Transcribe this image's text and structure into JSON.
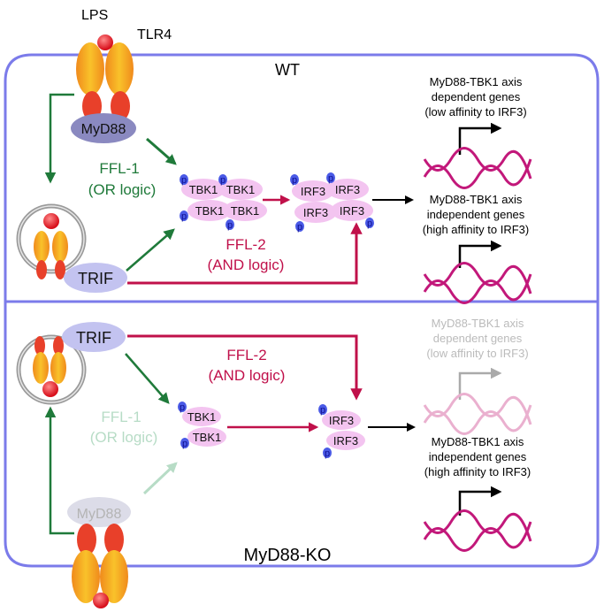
{
  "title": "TLR4 signaling feed-forward loops in WT and MyD88-KO",
  "colors": {
    "membrane": "#7b7bea",
    "green_arrow": "#1f7a3a",
    "faded_green": "#b7dcc6",
    "ffl2_red": "#c0104a",
    "protein_pink": "#f3c4f0",
    "phospho_blue": "#4a5ae6",
    "myd88": "#8a89c0",
    "trif": "#c3c3f0",
    "dna": "#c2187a",
    "dna_faded": "#eab0cf",
    "faded_text": "#bbbbbb"
  },
  "top": {
    "lps_label": "LPS",
    "tlr4_label": "TLR4"
  },
  "wt": {
    "panel_label": "WT",
    "myd88_label": "MyD88",
    "trif_label": "TRIF",
    "ffl1_line1": "FFL-1",
    "ffl1_line2": "(OR logic)",
    "ffl2_line1": "FFL-2",
    "ffl2_line2": "(AND logic)",
    "tbk1_labels": [
      "TBK1",
      "TBK1",
      "TBK1",
      "TBK1"
    ],
    "irf3_labels": [
      "IRF3",
      "IRF3",
      "IRF3",
      "IRF3"
    ],
    "phospho_label": "p",
    "dependent_genes": [
      "MyD88-TBK1 axis",
      "dependent genes",
      "(low affinity to IRF3)"
    ],
    "independent_genes": [
      "MyD88-TBK1 axis",
      "independent genes",
      "(high affinity to IRF3)"
    ]
  },
  "ko": {
    "panel_label": "MyD88-KO",
    "myd88_label": "MyD88",
    "trif_label": "TRIF",
    "ffl1_line1": "FFL-1",
    "ffl1_line2": "(OR logic)",
    "ffl2_line1": "FFL-2",
    "ffl2_line2": "(AND logic)",
    "tbk1_labels": [
      "TBK1",
      "TBK1"
    ],
    "irf3_labels": [
      "IRF3",
      "IRF3"
    ],
    "phospho_label": "p",
    "dependent_genes": [
      "MyD88-TBK1 axis",
      "dependent genes",
      "(low affinity to IRF3)"
    ],
    "independent_genes": [
      "MyD88-TBK1 axis",
      "independent genes",
      "(high affinity to IRF3)"
    ]
  }
}
